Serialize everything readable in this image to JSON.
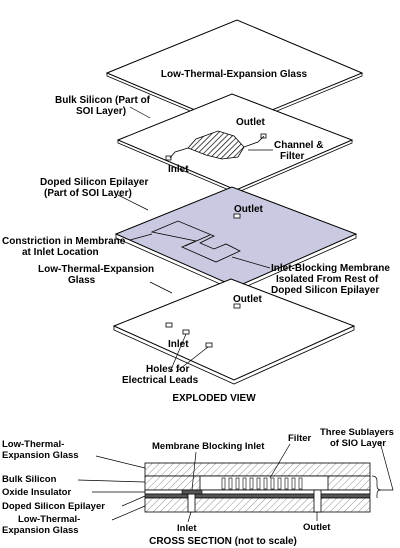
{
  "exploded_view": {
    "title": "EXPLODED VIEW",
    "layers": {
      "top_glass": "Low-Thermal-Expansion Glass",
      "bulk_silicon_line1": "Bulk Silicon (Part of",
      "bulk_silicon_line2": "SOI Layer)",
      "doped_epilayer_line1": "Doped Silicon Epilayer",
      "doped_epilayer_line2": "(Part of SOI Layer)",
      "bottom_glass_line1": "Low-Thermal-Expansion",
      "bottom_glass_line2": "Glass"
    },
    "callouts": {
      "outlet_bulk": "Outlet",
      "channel_filter_line1": "Channel &",
      "channel_filter_line2": "Filter",
      "inlet_bulk": "Inlet",
      "outlet_doped": "Outlet",
      "constriction_line1": "Constriction in Membrane",
      "constriction_line2": "at Inlet Location",
      "inlet_blocking_line1": "Inlet-Blocking Membrane",
      "inlet_blocking_line2": "Isolated From Rest of",
      "inlet_blocking_line3": "Doped Silicon Epilayer",
      "outlet_glass": "Outlet",
      "inlet_glass": "Inlet",
      "holes_line1": "Holes for",
      "holes_line2": "Electrical Leads"
    }
  },
  "cross_section": {
    "title": "CROSS SECTION (not to scale)",
    "labels": {
      "top_glass_line1": "Low-Thermal-",
      "top_glass_line2": "Expansion Glass",
      "bulk_silicon": "Bulk Silicon",
      "oxide_insulator": "Oxide Insulator",
      "doped_epilayer": "Doped Silicon Epilayer",
      "bottom_glass_line1": "Low-Thermal-",
      "bottom_glass_line2": "Expansion Glass",
      "membrane_blocking_inlet": "Membrane Blocking Inlet",
      "filter": "Filter",
      "three_sublayers_line1": "Three Sublayers",
      "three_sublayers_line2": "of SIO Layer",
      "inlet": "Inlet",
      "outlet": "Outlet"
    }
  }
}
